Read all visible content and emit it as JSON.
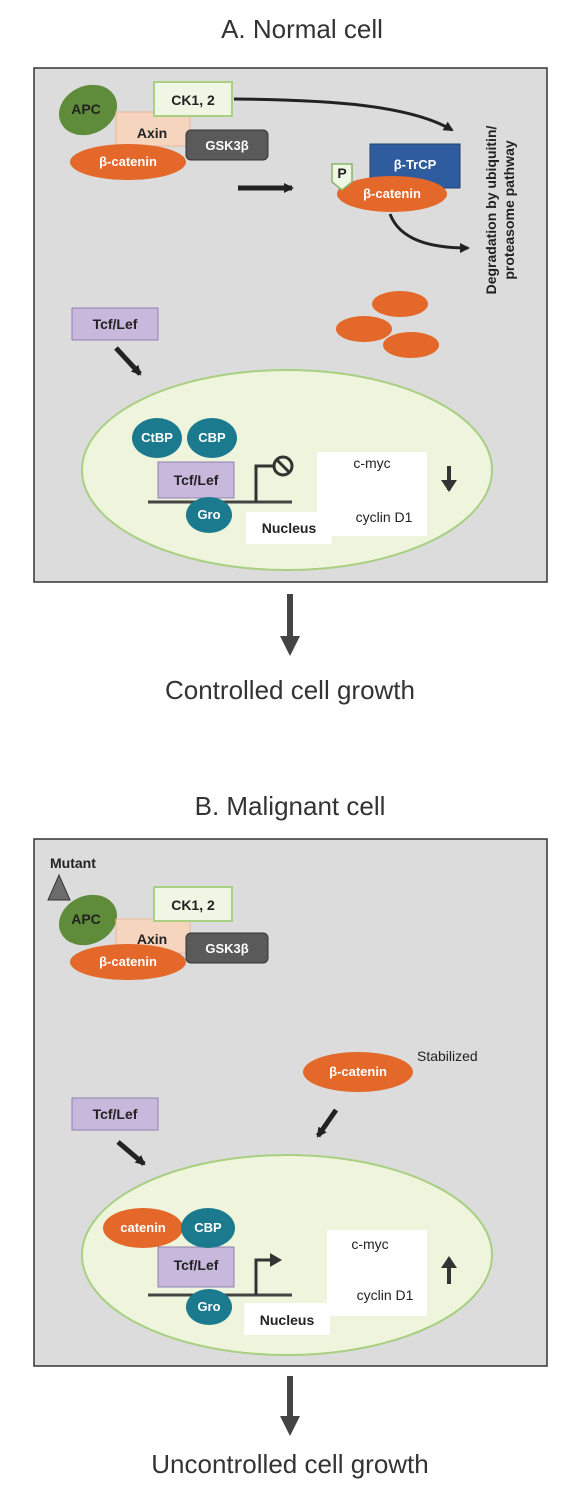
{
  "panel_a": {
    "title": "A.   Normal cell",
    "apc": "APC",
    "ck": "CK1, 2",
    "axin": "Axin",
    "gsk": "GSK3β",
    "bcat": "β-catenin",
    "p": "P",
    "btrcp": "β-TrCP",
    "bcat2": "β-catenin",
    "degradation_line1": "Degradation by ubiquitin/",
    "degradation_line2": "proteasome pathway",
    "tcf": "Tcf/Lef",
    "ctbp": "CtBP",
    "cbp": "CBP",
    "tcf_in": "Tcf/Lef",
    "gro": "Gro",
    "nucleus": "Nucleus",
    "cmyc": "c-myc",
    "cyclin": "cyclin D1",
    "outcome": "Controlled cell growth"
  },
  "panel_b": {
    "title": "B.    Malignant cell",
    "mutant": "Mutant",
    "apc": "APC",
    "ck": "CK1, 2",
    "axin": "Axin",
    "gsk": "GSK3β",
    "bcat": "β-catenin",
    "bcat_free": "β-catenin",
    "stabilized": "Stabilized",
    "tcf": "Tcf/Lef",
    "catenin": "catenin",
    "cbp": "CBP",
    "tcf_in": "Tcf/Lef",
    "gro": "Gro",
    "nucleus": "Nucleus",
    "cmyc": "c-myc",
    "cyclin": "cyclin D1",
    "outcome": "Uncontrolled cell growth"
  },
  "colors": {
    "panel_bg": "#dcdcdc",
    "apc_green": "#5e8c3a",
    "axin_peach": "#f6d5bf",
    "bcat_orange": "#e3682a",
    "gsk_gray": "#5a5a5a",
    "btrcp_blue": "#2f5c9e",
    "tcf_lavender": "#c8b8dc",
    "teal": "#1b7a8e",
    "nucleus_fill": "#eef5dc"
  }
}
